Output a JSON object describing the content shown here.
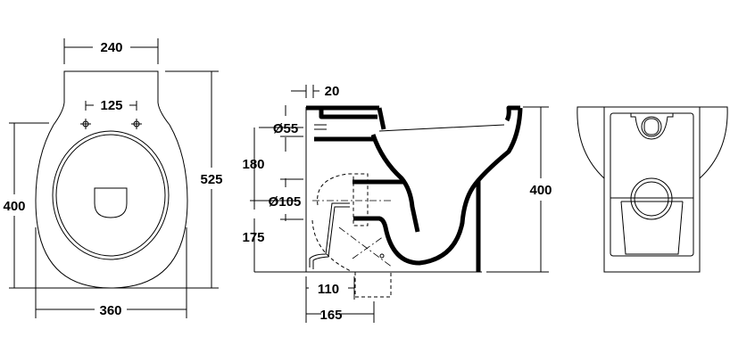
{
  "plan_view": {
    "top_width": "240",
    "fixing_centres": "125",
    "height_left": "400",
    "overall_depth": "525",
    "overall_width": "360"
  },
  "side_view": {
    "wall_gap": "20",
    "inlet_diameter": "Ø55",
    "inlet_height": "180",
    "outlet_diameter": "Ø105",
    "outlet_height": "175",
    "outlet_offset_near": "110",
    "outlet_offset_far": "165",
    "overall_height": "400"
  },
  "colors": {
    "line": "#000000",
    "background": "#ffffff"
  }
}
